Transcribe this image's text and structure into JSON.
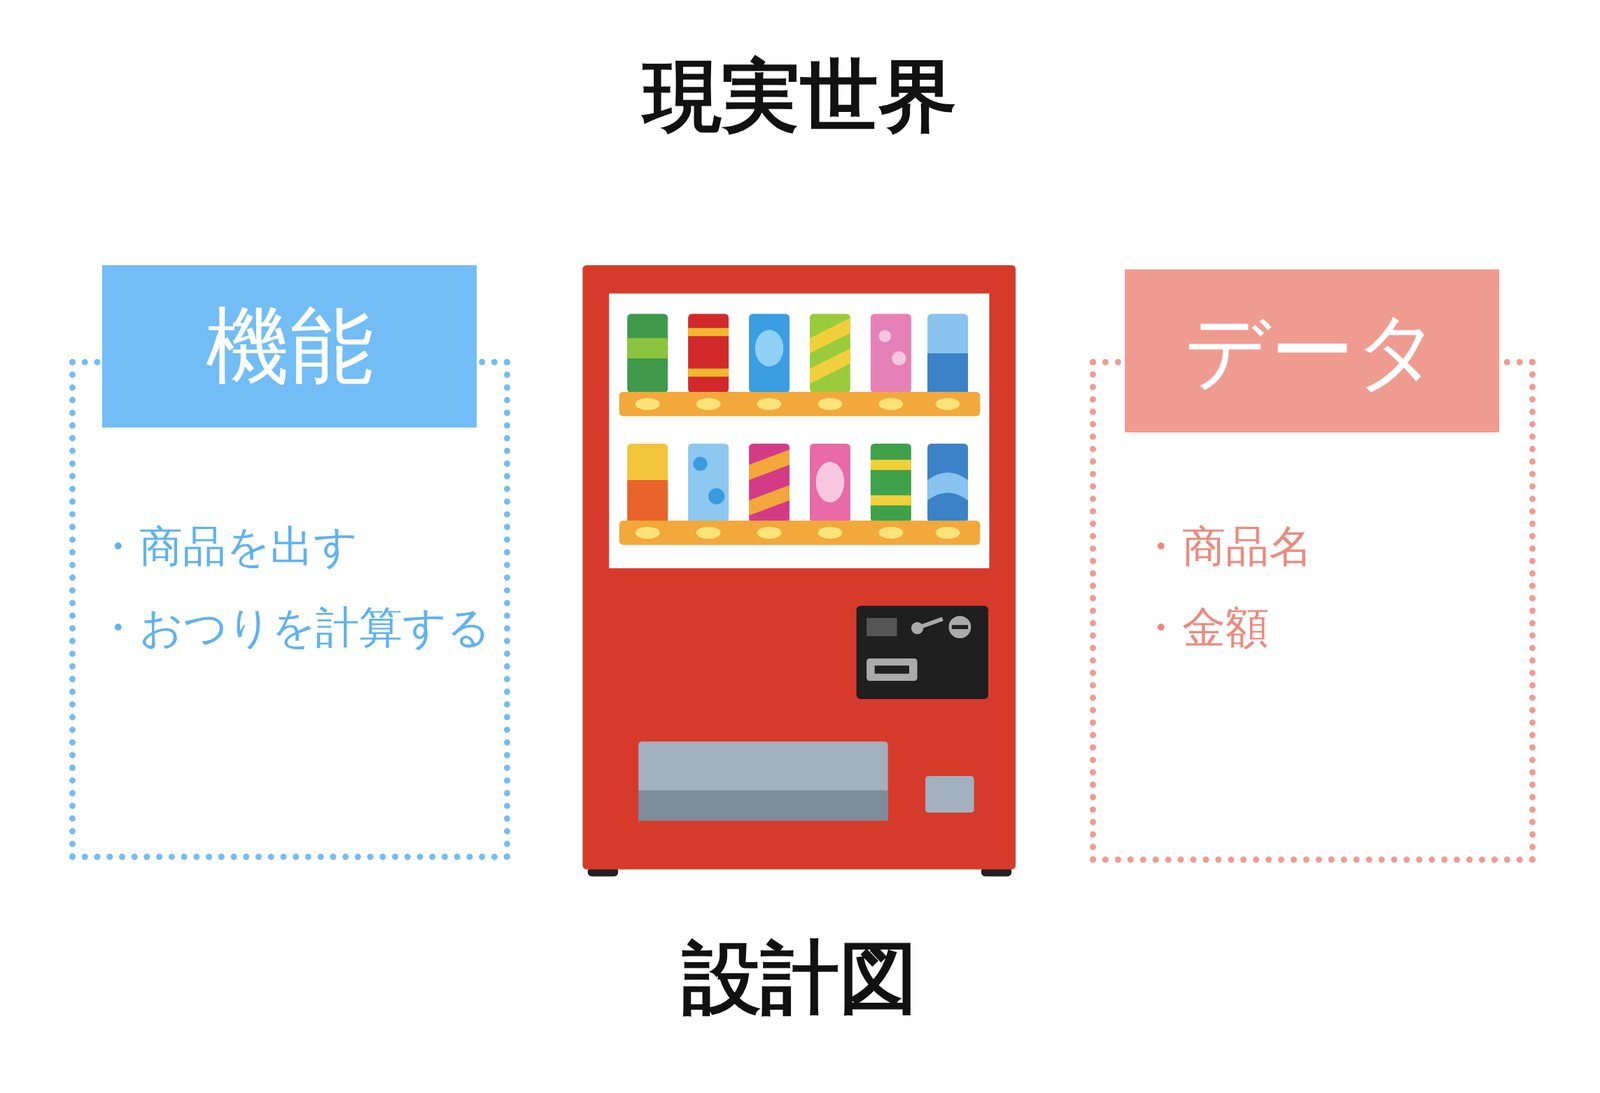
{
  "diagram": {
    "title": "現実世界",
    "caption": "設計図",
    "nodes": [
      {
        "text": [
          "機能",
          "・商品を出す",
          "・おつりを計算する"
        ]
      },
      {
        "text": [
          "データ",
          "・商品名",
          "・金額"
        ]
      }
    ]
  }
}
